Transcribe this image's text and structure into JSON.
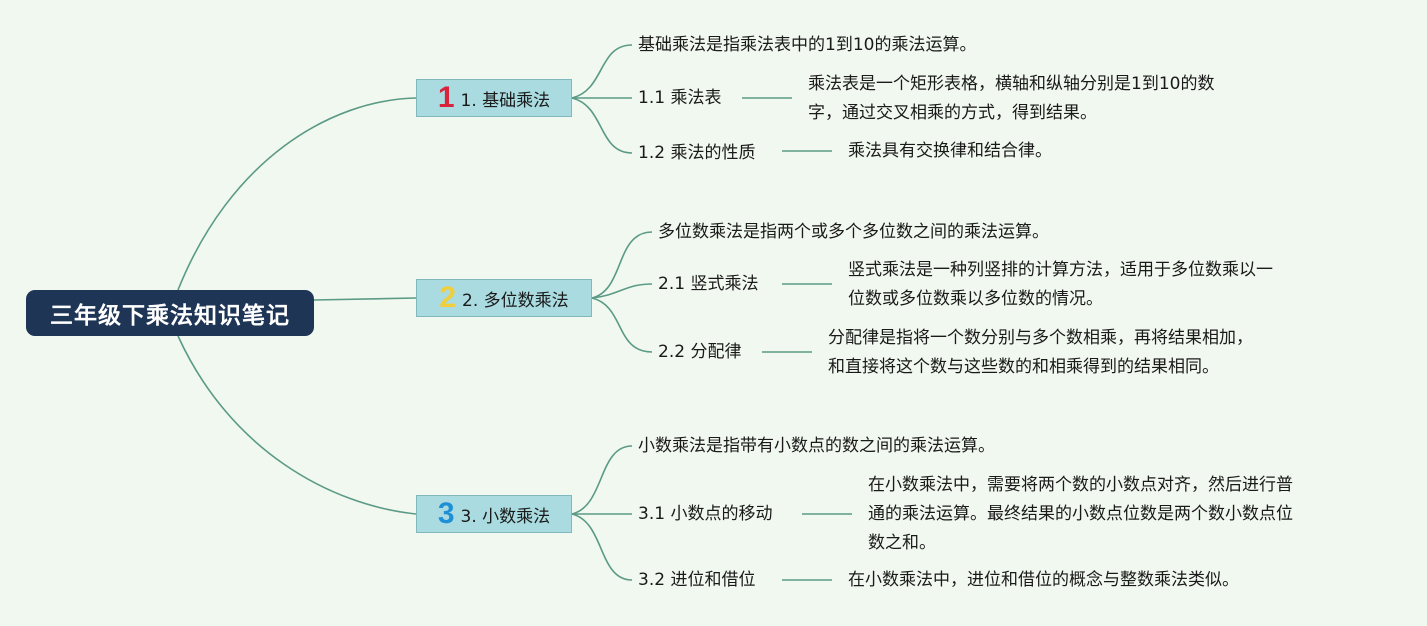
{
  "root": {
    "label": "三年级下乘法知识笔记"
  },
  "branches": [
    {
      "number": "1",
      "label": "1. 基础乘法",
      "color": "#d9233a",
      "definition": "基础乘法是指乘法表中的1到10的乘法运算。",
      "items": [
        {
          "label": "1.1 乘法表",
          "detail_lines": [
            "乘法表是一个矩形表格，横轴和纵轴分别是1到10的数",
            "字，通过交叉相乘的方式，得到结果。"
          ]
        },
        {
          "label": "1.2 乘法的性质",
          "detail_lines": [
            "乘法具有交换律和结合律。"
          ]
        }
      ]
    },
    {
      "number": "2",
      "label": "2. 多位数乘法",
      "color": "#f2cf3a",
      "definition": "多位数乘法是指两个或多个多位数之间的乘法运算。",
      "items": [
        {
          "label": "2.1 竖式乘法",
          "detail_lines": [
            "竖式乘法是一种列竖排的计算方法，适用于多位数乘以一",
            "位数或多位数乘以多位数的情况。"
          ]
        },
        {
          "label": "2.2 分配律",
          "detail_lines": [
            "分配律是指将一个数分别与多个数相乘，再将结果相加，",
            "和直接将这个数与这些数的和相乘得到的结果相同。"
          ]
        }
      ]
    },
    {
      "number": "3",
      "label": "3. 小数乘法",
      "color": "#1f8fd6",
      "definition": "小数乘法是指带有小数点的数之间的乘法运算。",
      "items": [
        {
          "label": "3.1 小数点的移动",
          "detail_lines": [
            "在小数乘法中，需要将两个数的小数点对齐，然后进行普",
            "通的乘法运算。最终结果的小数点位数是两个数小数点位",
            "数之和。"
          ]
        },
        {
          "label": "3.2 进位和借位",
          "detail_lines": [
            "在小数乘法中，进位和借位的概念与整数乘法类似。"
          ]
        }
      ]
    }
  ],
  "colors": {
    "connector": "#5a9a86",
    "root_bg": "#1e3556",
    "branch_bg": "#a9dbe0",
    "background": "#f1f8ef"
  }
}
